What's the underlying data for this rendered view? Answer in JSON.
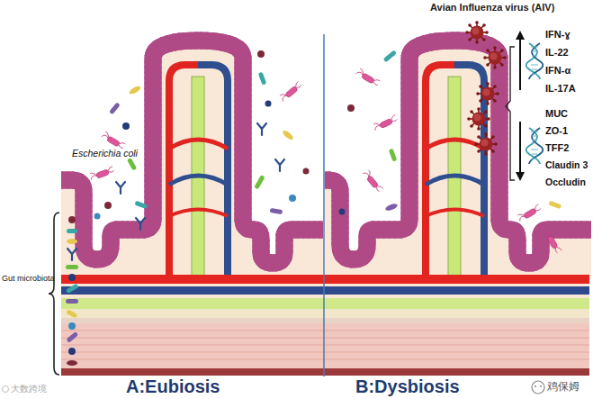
{
  "diagram": {
    "labels": [
      "Escherichia coli",
      "Gut microbiota",
      "A:Eubiosis",
      "B:Dysbiosis",
      "Avian Influenza virus (AIV)",
      "IFN-ɣ",
      "IL-22",
      "IFN-α",
      "IL-17A",
      "MUC",
      "ZO-1",
      "TFF2",
      "Claudin 3",
      "Occludin",
      "大数跨境",
      "鸡保姆"
    ]
  }
}
